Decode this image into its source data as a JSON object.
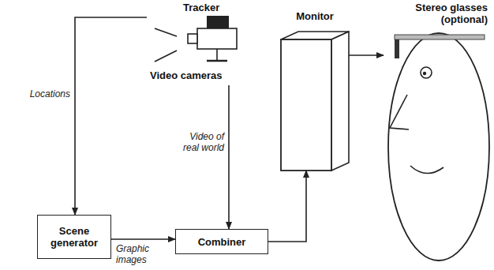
{
  "diagram": {
    "nodes": [
      {
        "text": [
          "Tracker",
          "Video cameras"
        ]
      },
      {
        "text": [
          "Monitor"
        ]
      },
      {
        "text": [
          "Stereo glasses (optional)"
        ]
      },
      {
        "text": [
          "Scene generator"
        ]
      },
      {
        "text": [
          "Combiner"
        ]
      }
    ],
    "edges": [
      {
        "from": 0,
        "to": 3,
        "label": "Locations",
        "arrow": "to"
      },
      {
        "from": 0,
        "to": 4,
        "label": "Video of real world",
        "arrow": "to"
      },
      {
        "from": 3,
        "to": 4,
        "label": "Graphic images",
        "arrow": "to"
      },
      {
        "from": 4,
        "to": 1,
        "arrow": "to"
      },
      {
        "from": 1,
        "to": 2,
        "arrow": "to"
      }
    ]
  }
}
